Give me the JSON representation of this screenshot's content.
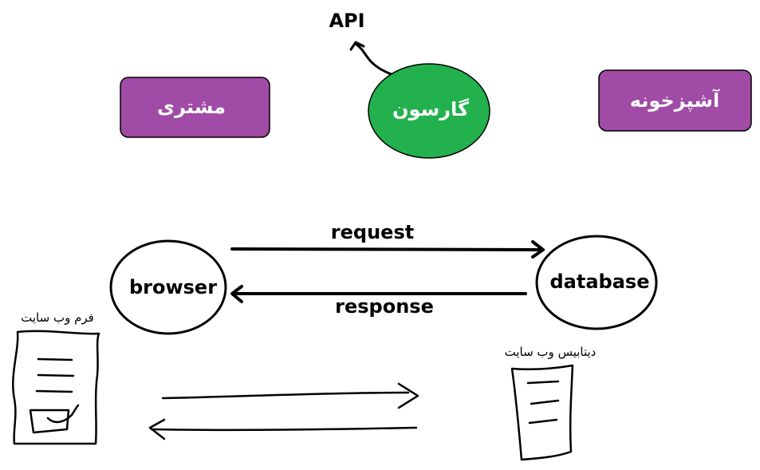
{
  "diagram": {
    "api_label": "API",
    "customer_label": "مشتری",
    "waiter_label": "گارسون",
    "kitchen_label": "آشپزخونه",
    "browser_label": "browser",
    "database_label": "database",
    "request_label": "request",
    "response_label": "response",
    "web_form_label": "فرم وب سایت",
    "web_database_label": "دیتابیس وب سایت",
    "colors": {
      "purple_box": "#A04BA6",
      "green_circle": "#22B14C",
      "stroke": "#000000",
      "white_text": "#FFFFFF"
    }
  }
}
